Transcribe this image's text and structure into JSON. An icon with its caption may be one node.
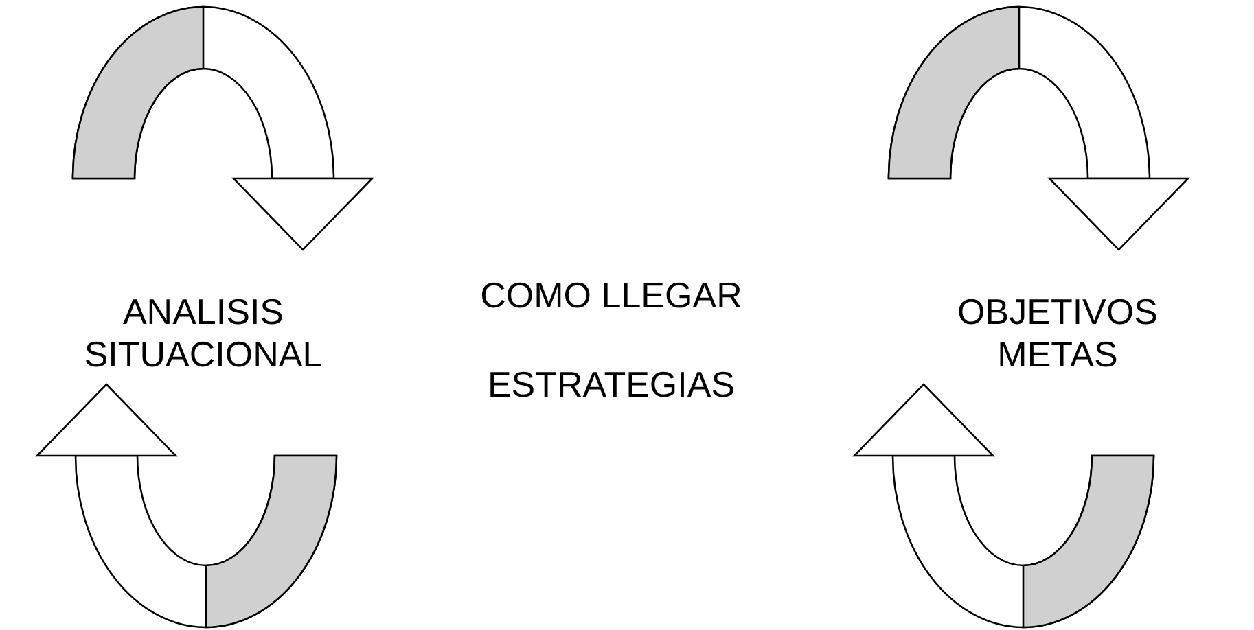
{
  "diagram": {
    "labels": [
      "ANALISIS SITUACIONAL",
      "COMO LLEGAR",
      "ESTRATEGIAS",
      "OBJETIVOS METAS"
    ]
  }
}
